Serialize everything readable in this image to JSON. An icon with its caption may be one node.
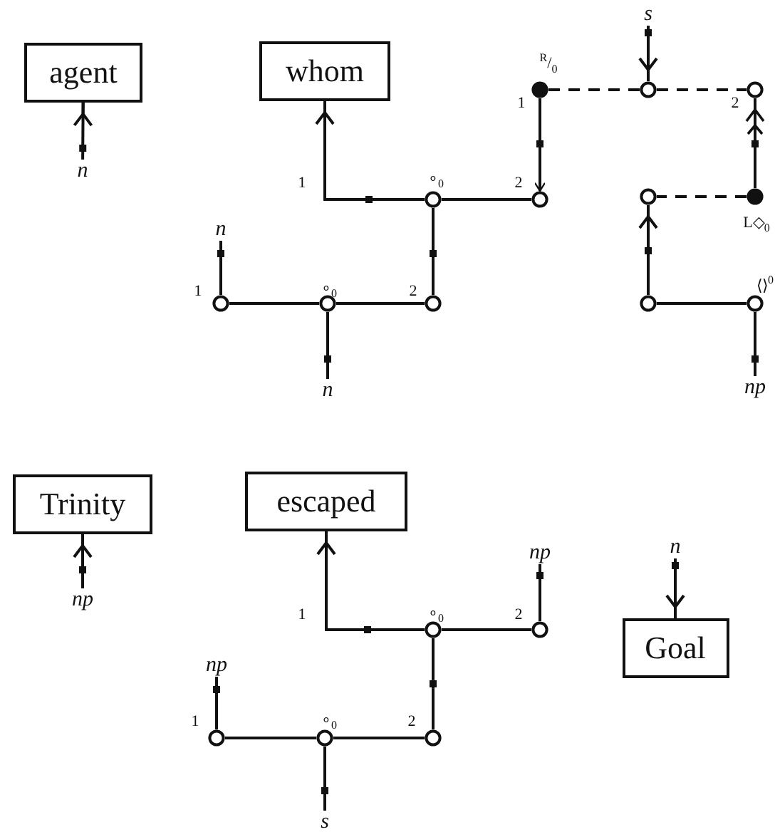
{
  "diagram": {
    "nodes": [
      {
        "text": [
          "agent"
        ]
      },
      {
        "text": [
          "whom"
        ]
      },
      {
        "text": [
          "s"
        ]
      },
      {
        "text": [],
        "shape": "dot"
      },
      {
        "text": [],
        "shape": "circle"
      },
      {
        "text": [],
        "shape": "circle"
      },
      {
        "text": [
          "n"
        ]
      },
      {
        "text": [],
        "shape": "circle"
      },
      {
        "text": [],
        "shape": "circle"
      },
      {
        "text": [],
        "shape": "circle"
      },
      {
        "text": [],
        "shape": "dot"
      },
      {
        "text": [
          "n"
        ]
      },
      {
        "text": [],
        "shape": "circle"
      },
      {
        "text": [],
        "shape": "circle"
      },
      {
        "text": [],
        "shape": "circle"
      },
      {
        "text": [],
        "shape": "circle"
      },
      {
        "text": [],
        "shape": "circle"
      },
      {
        "text": [
          "n"
        ]
      },
      {
        "text": [
          "np"
        ]
      },
      {
        "text": [
          "Trinity"
        ]
      },
      {
        "text": [
          "escaped"
        ]
      },
      {
        "text": [
          "n"
        ]
      },
      {
        "text": [
          "np"
        ]
      },
      {
        "text": [
          "Goal"
        ]
      },
      {
        "text": [
          "np"
        ]
      },
      {
        "text": [],
        "shape": "circle"
      },
      {
        "text": [],
        "shape": "circle"
      },
      {
        "text": [
          "np"
        ]
      },
      {
        "text": [],
        "shape": "circle"
      },
      {
        "text": [],
        "shape": "circle"
      },
      {
        "text": [],
        "shape": "circle"
      },
      {
        "text": [
          "s"
        ]
      }
    ],
    "edges": [
      {
        "from": 6,
        "to": 0,
        "arrow": "to"
      },
      {
        "from": 7,
        "to": 1,
        "arrow": "to"
      },
      {
        "from": 3,
        "to": 8,
        "arrow": "to"
      },
      {
        "from": 3,
        "to": 4,
        "arrow": "none",
        "style": "dashed"
      },
      {
        "from": 4,
        "to": 5,
        "arrow": "none",
        "style": "dashed"
      },
      {
        "from": 2,
        "to": 4,
        "arrow": "to"
      },
      {
        "from": 10,
        "to": 5,
        "arrow": "to"
      },
      {
        "from": 10,
        "to": 9,
        "arrow": "none",
        "style": "dashed"
      },
      {
        "from": 15,
        "to": 9,
        "arrow": "to"
      },
      {
        "from": 15,
        "to": 16,
        "arrow": "none"
      },
      {
        "from": 16,
        "to": 18,
        "arrow": "none"
      },
      {
        "from": 7,
        "to": 8,
        "arrow": "none"
      },
      {
        "from": 7,
        "to": 14,
        "arrow": "none"
      },
      {
        "from": 13,
        "to": 14,
        "arrow": "none"
      },
      {
        "from": 13,
        "to": 12,
        "arrow": "none"
      },
      {
        "from": 12,
        "to": 11,
        "arrow": "none"
      },
      {
        "from": 13,
        "to": 17,
        "arrow": "none"
      },
      {
        "from": 24,
        "to": 19,
        "arrow": "to"
      },
      {
        "from": 25,
        "to": 20,
        "arrow": "to"
      },
      {
        "from": 25,
        "to": 26,
        "arrow": "none"
      },
      {
        "from": 26,
        "to": 22,
        "arrow": "none"
      },
      {
        "from": 25,
        "to": 30,
        "arrow": "none"
      },
      {
        "from": 29,
        "to": 30,
        "arrow": "none"
      },
      {
        "from": 29,
        "to": 28,
        "arrow": "none"
      },
      {
        "from": 28,
        "to": 27,
        "arrow": "none"
      },
      {
        "from": 29,
        "to": 31,
        "arrow": "none"
      },
      {
        "from": 21,
        "to": 23,
        "arrow": "to"
      }
    ],
    "labels": [
      "$^{R}$/$_{0}$",
      "1",
      "2",
      "1",
      "∘$_{0}$",
      "2",
      "L◇$_{0}$",
      "⟨⟩$^{0}$",
      "1",
      "∘$_{0}$",
      "2",
      "1",
      "∘$_{0}$",
      "2",
      "1",
      "∘$_{0}$",
      "2"
    ]
  }
}
